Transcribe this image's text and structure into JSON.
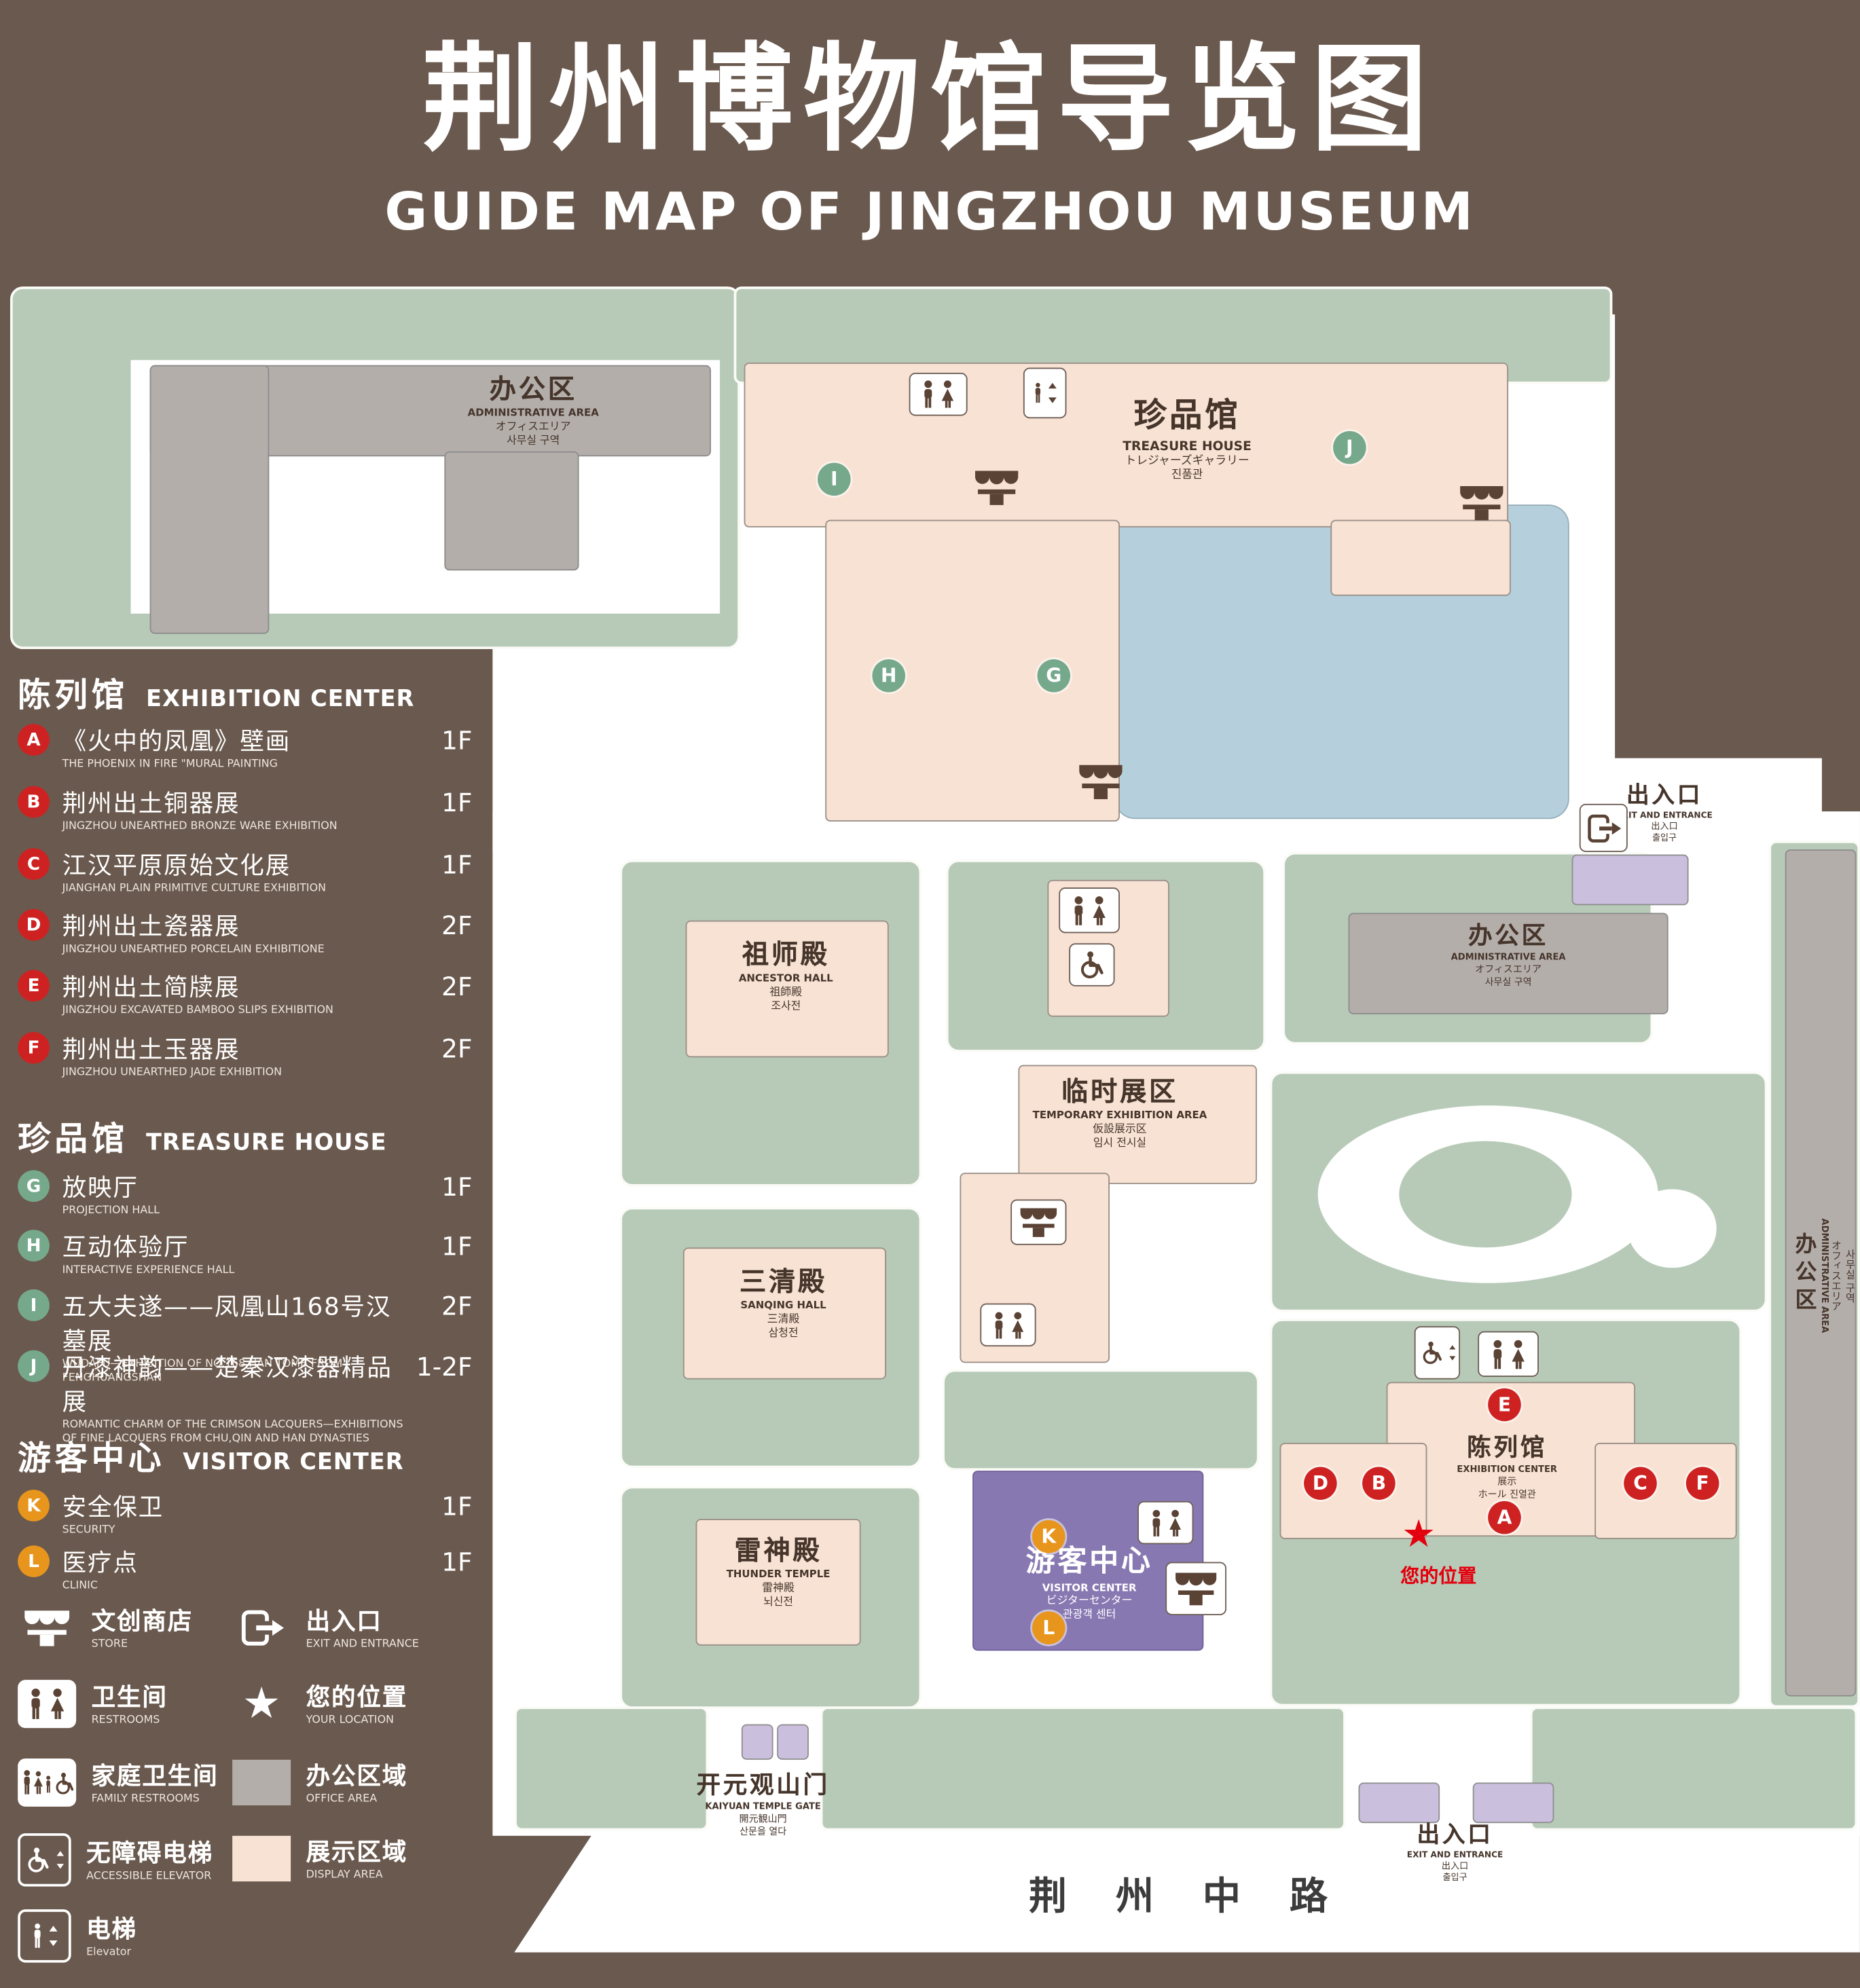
{
  "header": {
    "title_zh": "荆州博物馆导览图",
    "title_en": "GUIDE MAP OF JINGZHOU MUSEUM"
  },
  "icons": {
    "star": "★"
  },
  "colors": {
    "background": "#6A594E",
    "lawn": "#B7CAB7",
    "display_area": "#F8E2D4",
    "office_area": "#B4AEAB",
    "water": "#B5D0DC",
    "visitor_center": "#8878B2",
    "entrance": "#CBBFDE",
    "marker_red": "#CE2222",
    "marker_green": "#76A98C",
    "marker_orange": "#E8951D",
    "location_red": "#E3000F"
  },
  "legend": {
    "sections": [
      {
        "title_zh": "陈列馆",
        "title_en": "EXHIBITION CENTER",
        "items": [
          {
            "letter": "A",
            "zh": "《火中的凤凰》壁画",
            "en": "THE PHOENIX IN FIRE \"MURAL PAINTING",
            "floor": "1F"
          },
          {
            "letter": "B",
            "zh": "荆州出土铜器展",
            "en": "JINGZHOU UNEARTHED BRONZE WARE EXHIBITION",
            "floor": "1F"
          },
          {
            "letter": "C",
            "zh": "江汉平原原始文化展",
            "en": "JIANGHAN PLAIN PRIMITIVE CULTURE EXHIBITION",
            "floor": "1F"
          },
          {
            "letter": "D",
            "zh": "荆州出土瓷器展",
            "en": "JINGZHOU UNEARTHED PORCELAIN EXHIBITIONE",
            "floor": "2F"
          },
          {
            "letter": "E",
            "zh": "荆州出土简牍展",
            "en": "JINGZHOU EXCAVATED BAMBOO SLIPS EXHIBITION",
            "floor": "2F"
          },
          {
            "letter": "F",
            "zh": "荆州出土玉器展",
            "en": "JINGZHOU UNEARTHED JADE EXHIBITION",
            "floor": "2F"
          }
        ]
      },
      {
        "title_zh": "珍品馆",
        "title_en": "TREASURE HOUSE",
        "items": [
          {
            "letter": "G",
            "zh": "放映厅",
            "en": "PROJECTION HALL",
            "floor": "1F"
          },
          {
            "letter": "H",
            "zh": "互动体验厅",
            "en": "INTERACTIVE EXPERIENCE HALL",
            "floor": "1F"
          },
          {
            "letter": "I",
            "zh": "五大夫遂——凤凰山168号汉墓展",
            "en": "WUDAFU—EXHIBITION OF NO.168 HAN TOMB FROM FENGHUANGSHAN",
            "floor": "2F"
          },
          {
            "letter": "J",
            "zh": "丹漆神韵——楚秦汉漆器精品展",
            "en": "ROMANTIC CHARM OF THE CRIMSON LACQUERS—EXHIBITIONS OF FINE LACQUERS FROM CHU,QIN AND HAN DYNASTIES",
            "floor": "1-2F"
          }
        ]
      },
      {
        "title_zh": "游客中心",
        "title_en": "VISITOR CENTER",
        "items": [
          {
            "letter": "K",
            "zh": "安全保卫",
            "en": "SECURITY",
            "floor": "1F"
          },
          {
            "letter": "L",
            "zh": "医疗点",
            "en": "CLINIC",
            "floor": "1F"
          }
        ]
      }
    ],
    "symbols": [
      {
        "zh": "文创商店",
        "en": "STORE"
      },
      {
        "zh": "出入口",
        "en": "EXIT AND ENTRANCE"
      },
      {
        "zh": "卫生间",
        "en": "RESTROOMS"
      },
      {
        "zh": "您的位置",
        "en": "YOUR LOCATION"
      },
      {
        "zh": "家庭卫生间",
        "en": "FAMILY RESTROOMS"
      },
      {
        "zh": "办公区域",
        "en": "OFFICE AREA"
      },
      {
        "zh": "无障碍电梯",
        "en": "ACCESSIBLE ELEVATOR"
      },
      {
        "zh": "展示区域",
        "en": "DISPLAY AREA"
      },
      {
        "zh": "电梯",
        "en": "Elevator"
      }
    ]
  },
  "map": {
    "admin_nw": {
      "zh": "办公区",
      "en": "ADMINISTRATIVE AREA",
      "ja": "オフィスエリア",
      "ko": "사무실 구역"
    },
    "treasure_house": {
      "zh": "珍品馆",
      "en": "TREASURE HOUSE",
      "ja": "トレジャーズギャラリー",
      "ko": "진품관"
    },
    "exit_ne": {
      "zh": "出入口",
      "en": "EXIT AND ENTRANCE",
      "ja": "出入口",
      "ko": "출입구"
    },
    "ancestor_hall": {
      "zh": "祖师殿",
      "en": "ANCESTOR HALL",
      "ja": "祖師殿",
      "ko": "조사전"
    },
    "temporary_exhibition": {
      "zh": "临时展区",
      "en": "TEMPORARY EXHIBITION AREA",
      "ja": "仮設展示区",
      "ko": "임시 전시실"
    },
    "admin_mid": {
      "zh": "办公区",
      "en": "ADMINISTRATIVE AREA",
      "ja": "オフィスエリア",
      "ko": "사무실 구역"
    },
    "admin_east": {
      "zh": "办公区",
      "en": "ADMINISTRATIVE AREA",
      "ja": "オフィスエリア",
      "ko": "사무실 구역"
    },
    "sanqing_hall": {
      "zh": "三清殿",
      "en": "SANQING HALL",
      "ja": "三清殿",
      "ko": "삼청전"
    },
    "thunder_temple": {
      "zh": "雷神殿",
      "en": "THUNDER TEMPLE",
      "ja": "雷神殿",
      "ko": "뇌신전"
    },
    "visitor_center": {
      "zh": "游客中心",
      "en": "VISITOR CENTER",
      "ja": "ビジターセンター",
      "ko": "관광객 센터"
    },
    "exhibition_center": {
      "zh": "陈列馆",
      "en": "EXHIBITION CENTER",
      "ja": "展示",
      "ko": "ホール 진열관"
    },
    "your_location": {
      "zh": "您的位置"
    },
    "kaiyuan_gate": {
      "zh": "开元观山门",
      "en": "KAIYUAN TEMPLE GATE",
      "ja": "開元観山門",
      "ko": "산문을 열다"
    },
    "exit_south": {
      "zh": "出入口",
      "en": "EXIT AND ENTRANCE",
      "ja": "出入口",
      "ko": "출입구"
    },
    "road": {
      "zh": "荆 州 中 路"
    },
    "markers": {
      "A": "A",
      "B": "B",
      "C": "C",
      "D": "D",
      "E": "E",
      "F": "F",
      "G": "G",
      "H": "H",
      "I": "I",
      "J": "J",
      "K": "K",
      "L": "L"
    }
  }
}
